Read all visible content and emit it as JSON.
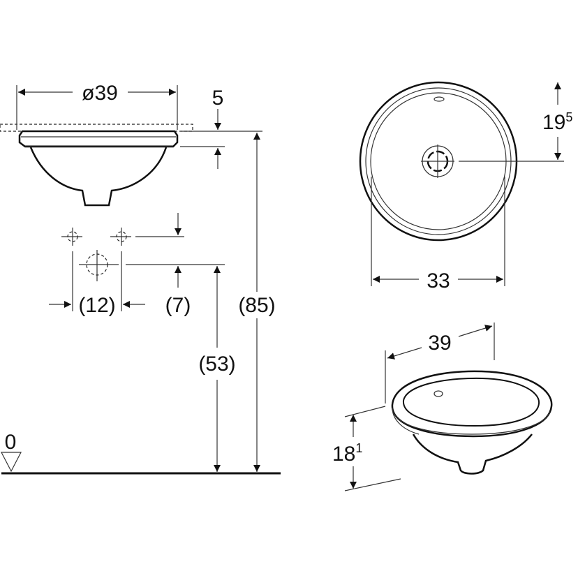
{
  "drawing": {
    "subject": "round undercounter washbasin",
    "units": "cm",
    "colors": {
      "line": "#111111",
      "background": "#ffffff"
    }
  },
  "side_view": {
    "diameter_label": "ø39",
    "rim_offset_label": "5",
    "overall_height_label": "(85)",
    "tap_hole_spacing_label": "(12)",
    "tap_hole_drop_label": "(7)",
    "waste_height_label": "(53)",
    "floor_level_label": "0"
  },
  "top_view": {
    "inner_width_label": "33",
    "drain_offset_label": "19",
    "drain_offset_superscript": "5"
  },
  "iso_view": {
    "width_label": "39",
    "height_label": "18",
    "height_superscript": "1"
  }
}
